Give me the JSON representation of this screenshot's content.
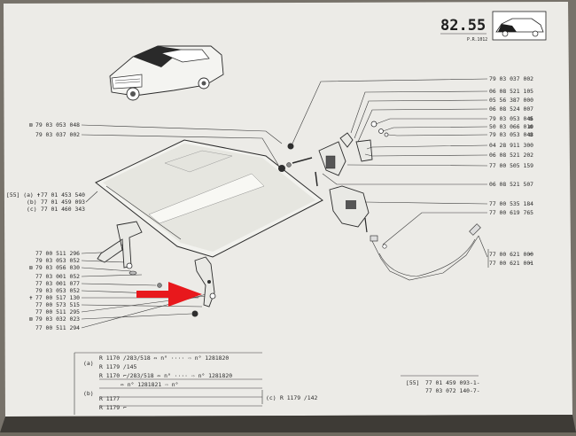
{
  "header": {
    "page_number": "82.55",
    "page_code": "P.R.1012"
  },
  "part_numbers_left": [
    {
      "prefix": "⊠",
      "code": "79 03 053 048"
    },
    {
      "prefix": "",
      "code": "79 03 037 002"
    },
    {
      "prefix": "[55] (a) ✝",
      "code": "77 01 453 540"
    },
    {
      "prefix": "(b)",
      "code": "77 01 459 093"
    },
    {
      "prefix": "(c)",
      "code": "77 01 460 343"
    },
    {
      "prefix": "",
      "code": "77 00 511 296"
    },
    {
      "prefix": "",
      "code": "79 03 053 052"
    },
    {
      "prefix": "⊠",
      "code": "79 03 056 030"
    },
    {
      "prefix": "",
      "code": "77 03 001 052"
    },
    {
      "prefix": "",
      "code": "77 03 001 077"
    },
    {
      "prefix": "",
      "code": "79 03 053 052"
    },
    {
      "prefix": "✝",
      "code": "77 00 517 130"
    },
    {
      "prefix": "",
      "code": "77 00 573 515"
    },
    {
      "prefix": "",
      "code": "77 00 511 295"
    },
    {
      "prefix": "⊠",
      "code": "79 03 032 023"
    },
    {
      "prefix": "",
      "code": "77 00 511 294"
    }
  ],
  "part_numbers_right": [
    {
      "code": "79 03 037 002",
      "suffix": ""
    },
    {
      "code": "06 08 521 105",
      "suffix": ""
    },
    {
      "code": "05 56 387 000",
      "suffix": ""
    },
    {
      "code": "06 08 524 007",
      "suffix": ""
    },
    {
      "code": "79 03 053 045",
      "suffix": "⊠"
    },
    {
      "code": "50 03 066 010",
      "suffix": "⊠"
    },
    {
      "code": "79 03 053 043",
      "suffix": "⊠"
    },
    {
      "code": "04 28 911 300",
      "suffix": ""
    },
    {
      "code": "06 08 521 202",
      "suffix": ""
    },
    {
      "code": "77 00 505 159",
      "suffix": ""
    },
    {
      "code": "06 08 521 507",
      "suffix": ""
    },
    {
      "code": "77 00 535 184",
      "suffix": ""
    },
    {
      "code": "77 00 619 765",
      "suffix": ""
    },
    {
      "code": "77 00 621 000",
      "suffix": "⌐"
    },
    {
      "code": "77 00 621 001",
      "suffix": "⌐"
    }
  ],
  "footnotes": {
    "a_label": "(a)",
    "a_line1": "R 1170  /283/518 ⇔ n° ···· ⇨ n° 1281820",
    "a_line2": "R 1179  /145",
    "b_label": "(b)",
    "b_line1": "R 1170  ⌐/283/518 ⇔ n° ···· ⇨ n° 1281820",
    "b_line2": "⇔ n° 1281821 ⇨ n°",
    "b_line3": "R 1177",
    "b_line4": "R 1179 ⌐",
    "c_label": "(c)",
    "c_line1": "R 1179  /142",
    "ref_label": "[55]",
    "ref_line1": "77 01 459 093-1-",
    "ref_line2": "77 03 072 140-7-"
  },
  "colors": {
    "paper": "#ecebe7",
    "arrow": "#e8181c",
    "ink": "#2a2a2a"
  }
}
